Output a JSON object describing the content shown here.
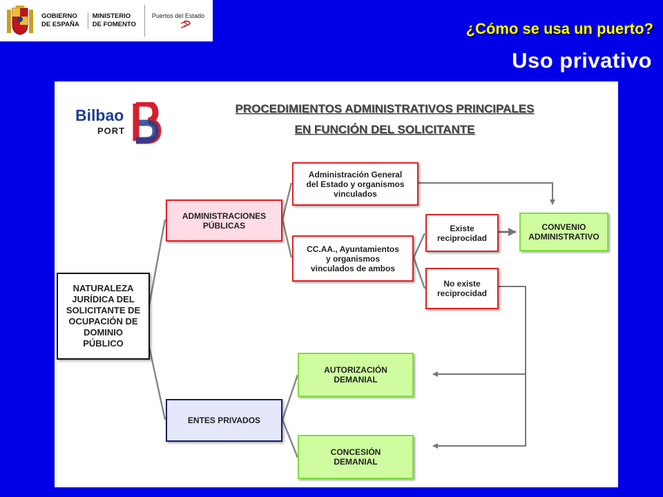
{
  "header": {
    "logos": {
      "gobierno": "GOBIERNO\nDE ESPAÑA",
      "ministerio": "MINISTERIO\nDE FOMENTO",
      "puertos": "Puertos del Estado"
    },
    "question": "¿Cómo se usa un puerto?",
    "title": "Uso privativo"
  },
  "diagram": {
    "brand": {
      "word": "Bilbao",
      "sub": "PORT"
    },
    "heading_line1": "PROCEDIMIENTOS ADMINISTRATIVOS PRINCIPALES",
    "heading_line2": "EN FUNCIÓN DEL SOLICITANTE",
    "nodes": {
      "naturaleza": "NATURALEZA\nJURÍDICA DEL\nSOLICITANTE DE\nOCUPACIÓN DE\nDOMINIO\nPÚBLICO",
      "administraciones": "ADMINISTRACIONES\nPÚBLICAS",
      "entes": "ENTES  PRIVADOS",
      "age": "Administración General\ndel Estado y organismos\nvinculados",
      "ccaa": "CC.AA., Ayuntamientos\ny organismos\nvinculados de ambos",
      "existe": "Existe\nreciprocidad",
      "no_existe": "No existe\nreciprocidad",
      "convenio": "CONVENIO\nADMINISTRATIVO",
      "autorizacion": "AUTORIZACIÓN\nDEMANIAL",
      "concesion": "CONCESIÓN\nDEMANIAL"
    }
  },
  "colors": {
    "background": "#0000e6",
    "question": "#ffff00",
    "red_border": "#e02020",
    "green_fill": "#d0fca0",
    "navy_border": "#1a1a70"
  }
}
